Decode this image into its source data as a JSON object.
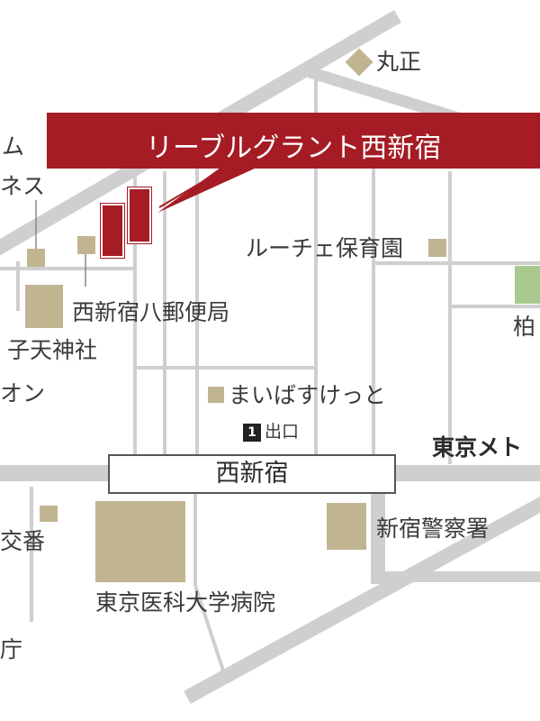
{
  "building": {
    "name": "リーブルグラント西新宿",
    "color": "#a51c24"
  },
  "station": {
    "name": "西新宿"
  },
  "exit": {
    "number": "1",
    "label": "出口"
  },
  "line": {
    "label": "東京メト"
  },
  "colors": {
    "road": "#cfcfcf",
    "landmark": "#c1b591",
    "park": "#a8c88e"
  },
  "landmarks": {
    "marusho": "丸正",
    "luce": "ルーチェ保育園",
    "post": "西新宿八郵便局",
    "shrine": "子天神社",
    "on": "オン",
    "maibasu": "まいばすけっと",
    "police": "新宿警察署",
    "hospital": "東京医科大学病院",
    "kashiwa": "柏",
    "koban": "交番",
    "cho": "庁",
    "mu": "ム",
    "nesu": "ネス"
  }
}
